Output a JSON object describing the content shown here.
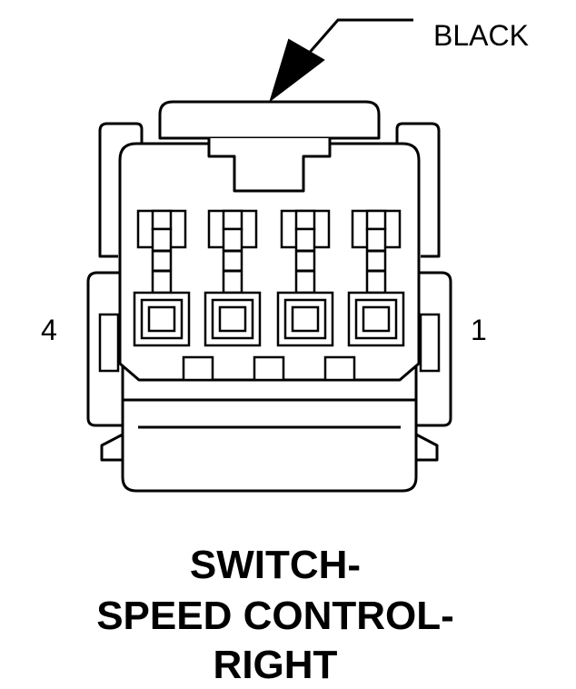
{
  "wire_color_label": "BLACK",
  "pin_left_label": "4",
  "pin_right_label": "1",
  "title_lines": [
    "SWITCH-",
    "SPEED CONTROL-",
    "RIGHT"
  ]
}
